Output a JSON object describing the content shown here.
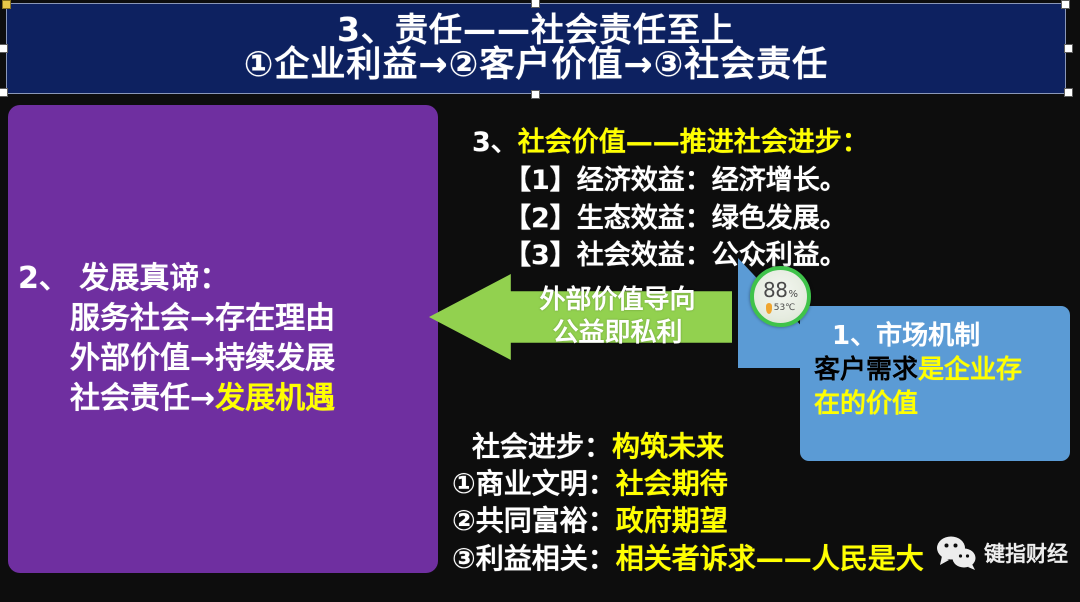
{
  "header": {
    "line1": "3、责任——社会责任至上",
    "line2": "①企业利益→②客户价值→③社会责任"
  },
  "purple_panel": {
    "line1": "2、  发展真谛：",
    "line2": "服务社会→存在理由",
    "line3": "外部价值→持续发展",
    "line4_plain": "社会责任→",
    "line4_highlight": "发展机遇"
  },
  "social_value": {
    "title_num": "3、",
    "title_highlight": "社会价值——推进社会进步：",
    "items": [
      "【1】经济效益：经济增长。",
      "【2】生态效益：绿色发展。",
      "【3】社会效益：公众利益。"
    ]
  },
  "green_arrow": {
    "line1": "外部价值导向",
    "line2": "公益即私利"
  },
  "blue_callout": {
    "title": "1、市场机制",
    "line2_plain": "客户需求",
    "line2_highlight": "是企业存",
    "line3_highlight": "在的价值"
  },
  "battery_widget": {
    "percent": "88",
    "percent_sign": "%",
    "temperature": "53℃"
  },
  "progress_block": {
    "title_label": "社会进步：",
    "title_value": "构筑未来",
    "rows": [
      {
        "label": "①商业文明：",
        "value": "社会期待"
      },
      {
        "label": "②共同富裕：",
        "value": "政府期望"
      },
      {
        "label": "③利益相关：",
        "value": "相关者诉求——人民是大"
      }
    ]
  },
  "watermark": {
    "label": "键指财经",
    "icon": "wechat-icon"
  },
  "colors": {
    "header_navy": "#0d2160",
    "purple": "#6f2fa0",
    "green": "#92d14f",
    "blue": "#5b9bd5",
    "highlight_yellow": "#ffff00",
    "battery_ring_green": "#3fc34a",
    "slide_background": "#0d0d0d"
  }
}
